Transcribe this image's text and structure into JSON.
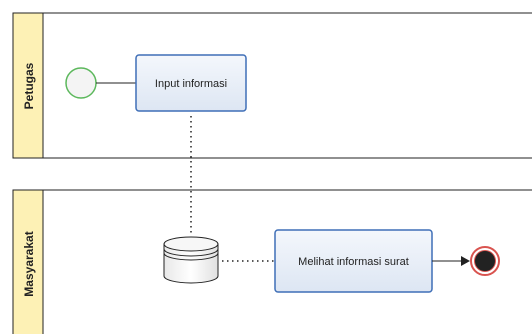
{
  "lanes": [
    {
      "label": "Petugas"
    },
    {
      "label": "Masyarakat"
    }
  ],
  "tasks": [
    {
      "label": "Input informasi"
    },
    {
      "label": "Melihat informasi surat"
    }
  ],
  "colors": {
    "lane_header_fill": "#fdf1b5",
    "task_fill": "#e9eff8",
    "task_stroke": "#3f6fb7",
    "start_event_stroke": "#5cb85c",
    "end_event_stroke": "#d9534f",
    "line": "#222222"
  },
  "icons": {
    "start_event": "start-event-circle",
    "end_event": "end-event-circle",
    "data_store": "database-cylinder"
  }
}
